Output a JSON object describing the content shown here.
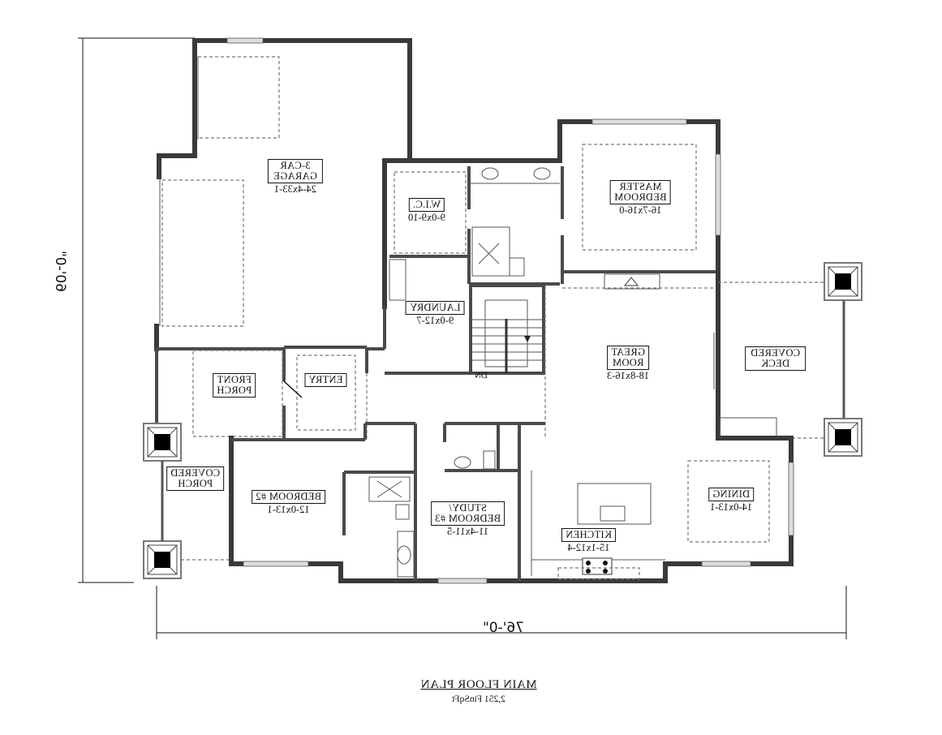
{
  "plan": {
    "title": "MAIN FLOOR PLAN",
    "area": "2,251 FinSqFt",
    "mirrored": true,
    "overall_width": "76'-0\"",
    "overall_depth": "60'-0\""
  },
  "rooms": {
    "garage": {
      "name_line1": "3-CAR",
      "name_line2": "GARAGE",
      "size": "24-4x33-1"
    },
    "wic": {
      "name_line1": "W.I.C.",
      "size": "9-0x9-10"
    },
    "master": {
      "name_line1": "MASTER",
      "name_line2": "BEDROOM",
      "size": "16-7x16-0"
    },
    "laundry": {
      "name_line1": "LAUNDRY",
      "size": "9-0x12-7"
    },
    "great_room": {
      "name_line1": "GREAT",
      "name_line2": "ROOM",
      "size": "18-8x16-3"
    },
    "covered_deck": {
      "name_line1": "COVERED",
      "name_line2": "DECK"
    },
    "front_porch": {
      "name_line1": "FRONT",
      "name_line2": "PORCH"
    },
    "entry": {
      "name_line1": "ENTRY"
    },
    "covered_porch": {
      "name_line1": "COVERED",
      "name_line2": "PORCH"
    },
    "bedroom2": {
      "name_line1": "BEDROOM #2",
      "size": "12-0x13-1"
    },
    "study": {
      "name_line1": "STUDY/",
      "name_line2": "BEDROOM #3",
      "size": "11-4x11-5"
    },
    "kitchen": {
      "name_line1": "KITCHEN",
      "size": "15-1x12-4"
    },
    "dining": {
      "name_line1": "DINING",
      "size": "14-0x13-1"
    }
  },
  "annotations": {
    "stair_direction": "DN"
  }
}
